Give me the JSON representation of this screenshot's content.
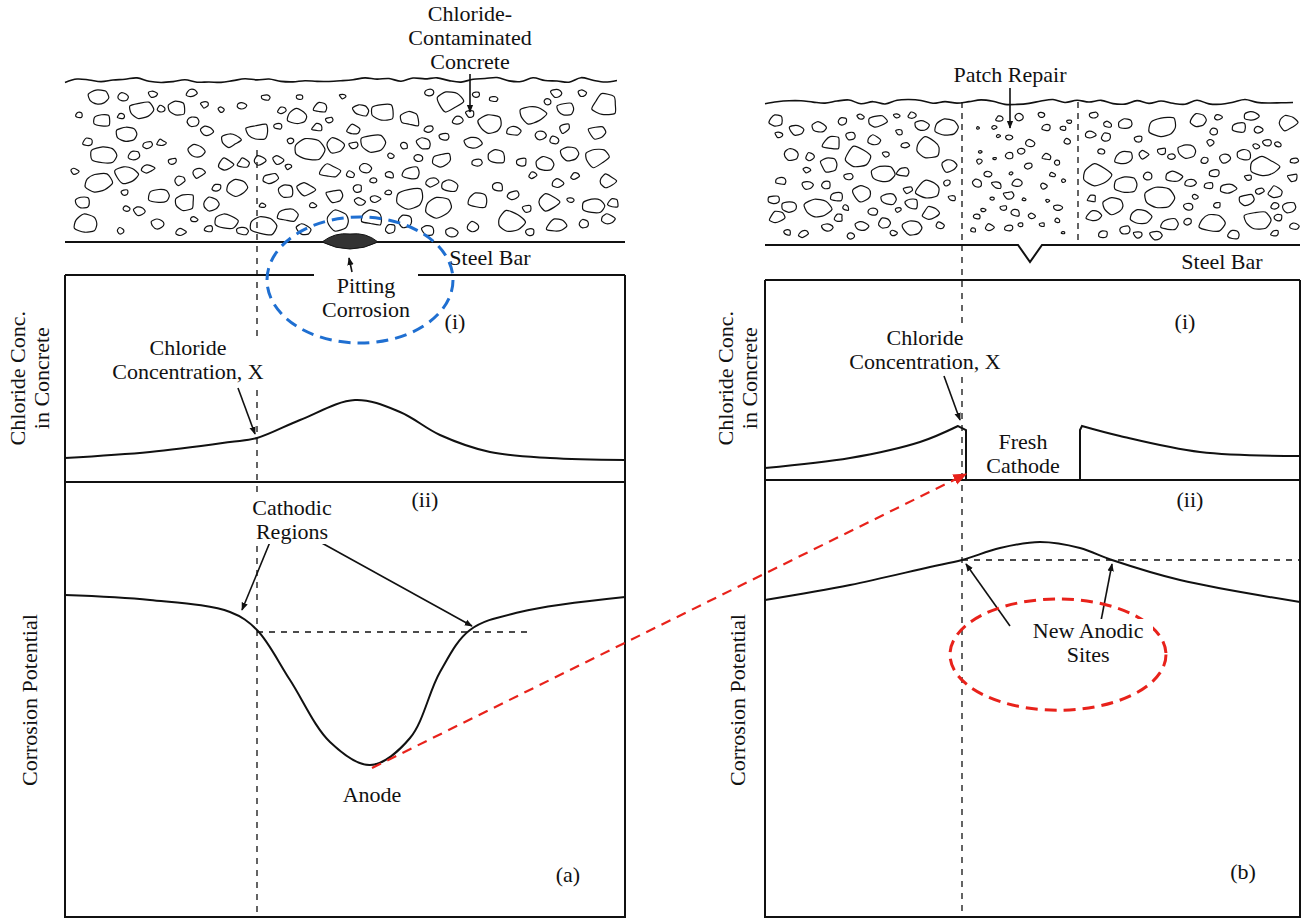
{
  "diagram": {
    "nodes": [
      {
        "text": [
          "Pitting Corrosion"
        ]
      },
      {
        "text": [
          "New Anodic Sites"
        ]
      }
    ],
    "labels": [
      "Chloride-Contaminated Concrete",
      "Steel Bar",
      "(i)",
      "Chloride Conc. in Concrete",
      "Chloride Concentration, X",
      "(ii)",
      "Cathodic Regions",
      "Corrosion Potential",
      "Anode",
      "(a)",
      "Patch Repair",
      "Steel Bar",
      "(i)",
      "Chloride Conc. in Concrete",
      "Chloride Concentration, X",
      "Fresh Cathode",
      "(ii)",
      "Corrosion Potential",
      "(b)"
    ]
  }
}
